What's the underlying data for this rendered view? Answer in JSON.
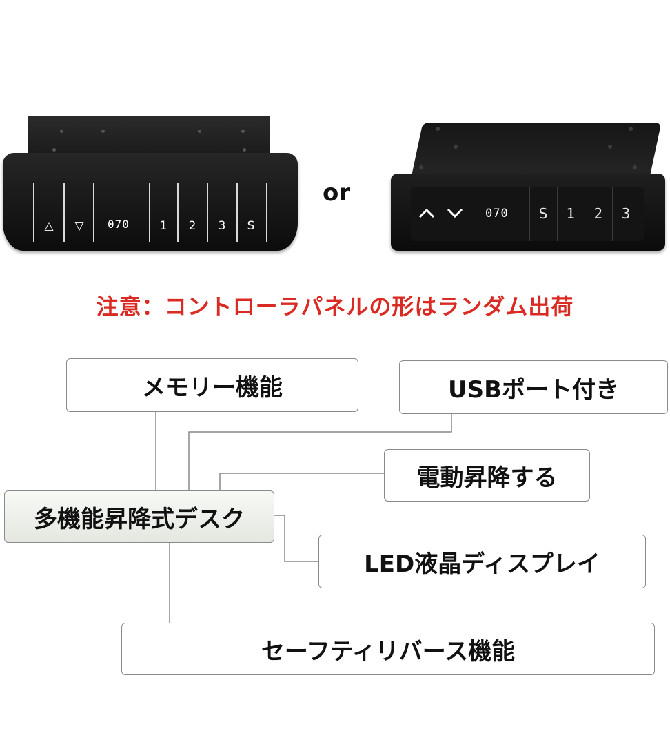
{
  "controller_a": {
    "keys": [
      "△",
      "▽",
      "1",
      "2",
      "3",
      "S"
    ],
    "display": "070"
  },
  "or_text": "or",
  "controller_b": {
    "keys": [
      "∧",
      "∨",
      "S",
      "1",
      "2",
      "3"
    ],
    "display": "070"
  },
  "note": "注意：コントローラパネルの形はランダム出荷",
  "diagram": {
    "center": "多機能昇降式デスク",
    "features": {
      "memory": "メモリー機能",
      "usb": "USBポート付き",
      "electric": "電動昇降する",
      "led": "LED液晶ディスプレイ",
      "safety": "セーフティリバース機能"
    }
  },
  "colors": {
    "note": "#d92b23",
    "connector": "#888888"
  }
}
